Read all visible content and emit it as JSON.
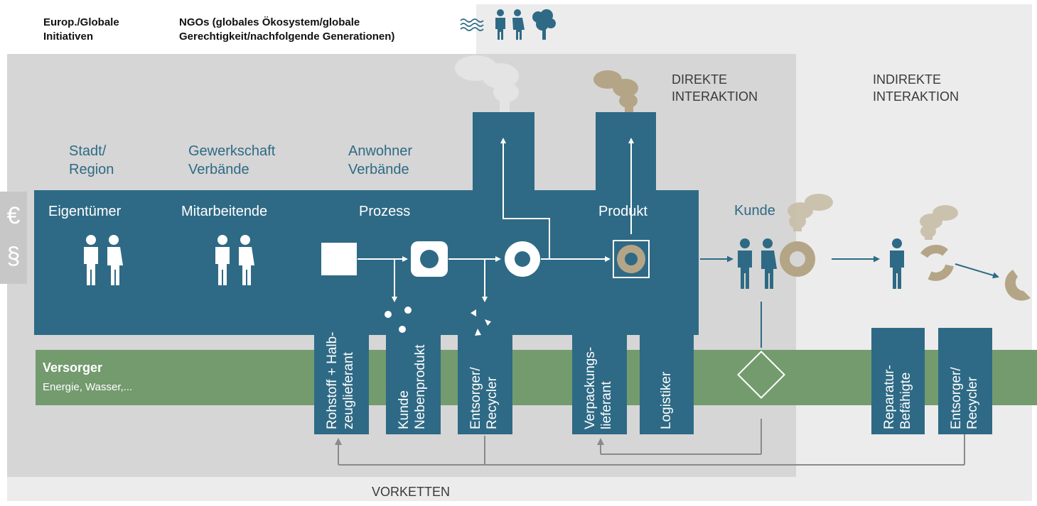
{
  "header": {
    "initiatives": "Europ./Globale\nInitiativen",
    "ngos": "NGOs (globales Ökosystem/globale\nGerechtigkeit/nachfolgende Generationen)"
  },
  "zones": {
    "direct": "DIREKTE\nINTERAKTION",
    "indirect": "INDIREKTE\nINTERAKTION",
    "supply_chain": "VORKETTEN"
  },
  "stakeholders": {
    "city": "Stadt/\nRegion",
    "union": "Gewerkschaft\nVerbände",
    "residents": "Anwohner\nVerbände",
    "customer": "Kunde"
  },
  "company": {
    "owner": "Eigentümer",
    "employees": "Mitarbeitende",
    "process": "Prozess",
    "product": "Produkt"
  },
  "side_icons": [
    "€",
    "§"
  ],
  "utility": {
    "title": "Versorger",
    "subtitle": "Energie, Wasser,..."
  },
  "suppliers": {
    "raw_material": "Rohstoff + Halb-\nzeuglieferant",
    "by_product": "Kunde\nNebenprodukt",
    "disposal": "Entsorger/\nRecycler",
    "packaging": "Verpackungs-\nlieferant",
    "logistics": "Logistiker",
    "repair": "Reparatur-\nBefähigte",
    "disposal_indirect": "Entsorger/\nRecycler"
  },
  "colors": {
    "company_blue": "#2e6a85",
    "utility_green": "#739b6e",
    "direct_zone": "#d6d6d6",
    "outer_zone": "#ececec",
    "product_tan": "#b5a587",
    "arrow_gray": "#8a8a8a"
  },
  "icons": [
    "waves-icon",
    "people-icon",
    "tree-icon",
    "smoke-icon",
    "person-icon",
    "ring-icon",
    "square-icon",
    "diamond-icon"
  ]
}
